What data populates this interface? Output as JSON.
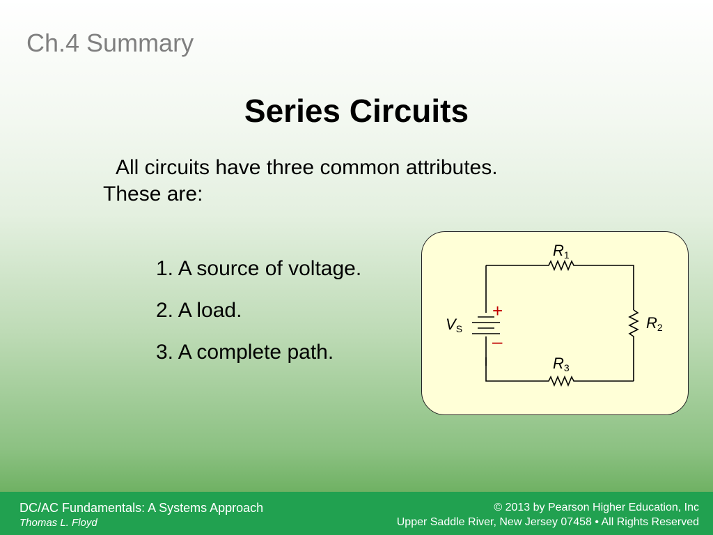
{
  "slide": {
    "section_title": "Ch.4 Summary",
    "title": "Series Circuits",
    "intro_line1": "All circuits have three common attributes.",
    "intro_line2": "These are:",
    "attributes": [
      "1. A source of voltage.",
      "2. A load.",
      "3. A complete path."
    ]
  },
  "circuit": {
    "source_label": "V",
    "source_sub": "S",
    "plus": "+",
    "minus": "–",
    "r1_label": "R",
    "r1_sub": "1",
    "r2_label": "R",
    "r2_sub": "2",
    "r3_label": "R",
    "r3_sub": "3",
    "panel_color": "#ffffd7",
    "polarity_color": "#c00000"
  },
  "footer": {
    "book_title": "DC/AC Fundamentals:  A Systems Approach",
    "author": "Thomas L. Floyd",
    "copyright": "© 2013 by Pearson Higher Education, Inc",
    "address": "Upper Saddle River, New Jersey 07458 • All Rights Reserved",
    "bar_color": "#21a150"
  }
}
